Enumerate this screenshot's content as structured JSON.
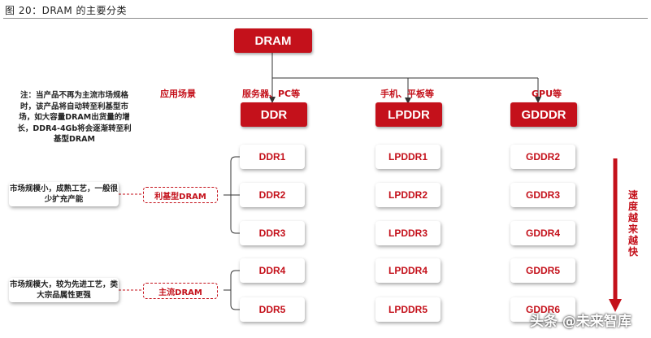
{
  "figure_title": "图 20：DRAM 的主要分类",
  "root": "DRAM",
  "note": "注：当产品不再为主流市场规格时，该产品将自动转至利基型市场，如大容量DRAM出货量的增长，DDR4-4Gb将会逐渐转至利基型DRAM",
  "application_label": "应用场景",
  "branches": [
    {
      "application": "服务器、PC等",
      "name": "DDR",
      "items": [
        "DDR1",
        "DDR2",
        "DDR3",
        "DDR4",
        "DDR5"
      ]
    },
    {
      "application": "手机、平板等",
      "name": "LPDDR",
      "items": [
        "LPDDR1",
        "LPDDR2",
        "LPDDR3",
        "LPDDR4",
        "LPDDR5"
      ]
    },
    {
      "application": "GPU等",
      "name": "GDDDR",
      "items": [
        "GDDR2",
        "GDDR3",
        "GDDR4",
        "GDDR5",
        "GDDR6"
      ]
    }
  ],
  "market_groups": [
    {
      "description": "市场规模小，成熟工艺，一般很少扩充产能",
      "tag": "利基型DRAM"
    },
    {
      "description": "市场规模大，较为先进工艺，类大宗品属性更强",
      "tag": "主流DRAM"
    }
  ],
  "speed_label": "速度越来越快",
  "watermark": "头条 @未来智库",
  "colors": {
    "accent": "#c4111b"
  }
}
